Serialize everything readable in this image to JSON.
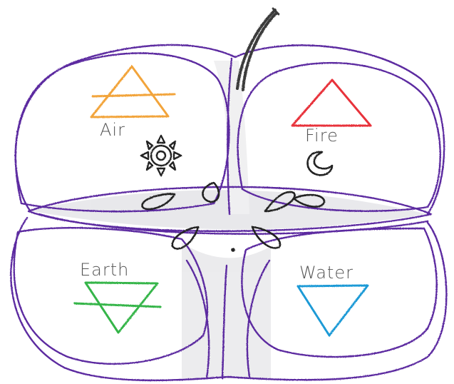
{
  "quadrants": {
    "air": {
      "label": "Air",
      "color": "#f2a43a",
      "symbol": "triangle-up-barred"
    },
    "fire": {
      "label": "Fire",
      "color": "#e8323a",
      "symbol": "triangle-up"
    },
    "earth": {
      "label": "Earth",
      "color": "#35b548",
      "symbol": "triangle-down-barred"
    },
    "water": {
      "label": "Water",
      "color": "#1e9ad6",
      "symbol": "triangle-down"
    }
  },
  "colors": {
    "outline": "#5b2aa0",
    "ink": "#222222",
    "stem": "#3a3a3a",
    "pencil_shading": "#c9c9cf"
  },
  "icons": [
    "sun-icon",
    "crescent-moon-icon",
    "seed-icon"
  ]
}
